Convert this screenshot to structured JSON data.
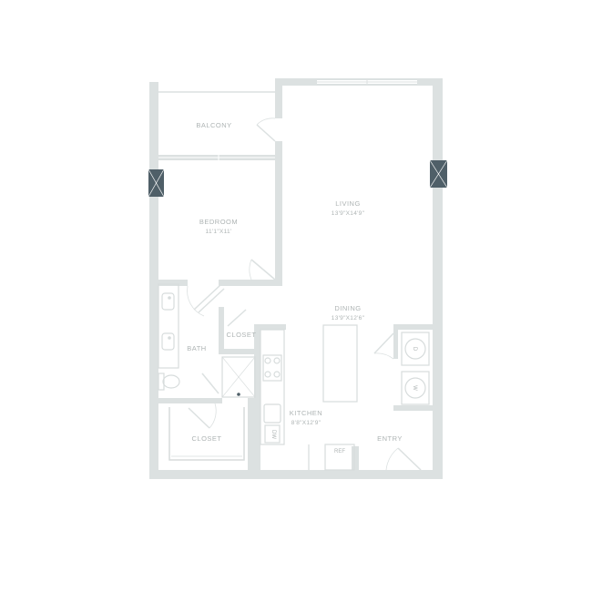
{
  "colors": {
    "wall": "#dce1e1",
    "fixture": "#d7dcdc",
    "label": "#aeb4b4",
    "column": "#4f5f68",
    "background": "#ffffff"
  },
  "rooms": {
    "balcony": {
      "name": "BALCONY"
    },
    "bedroom": {
      "name": "BEDROOM",
      "dims": "11'1\"X11'"
    },
    "living": {
      "name": "LIVING",
      "dims": "13'9\"X14'9\""
    },
    "dining": {
      "name": "DINING",
      "dims": "13'9\"X12'6\""
    },
    "closet_small": {
      "name": "CLOSET"
    },
    "bath": {
      "name": "BATH"
    },
    "closet_walkin": {
      "name": "CLOSET"
    },
    "kitchen": {
      "name": "KITCHEN",
      "dims": "8'8\"X12'9\""
    },
    "entry": {
      "name": "ENTRY"
    }
  },
  "appliances": {
    "refrigerator": "REF",
    "dishwasher": "DW",
    "dryer": "D",
    "washer": "W"
  },
  "icons": {
    "column": "column-icon",
    "door": "door-swing-icon",
    "sink": "sink-icon",
    "toilet": "toilet-icon",
    "shower": "shower-icon",
    "cooktop": "cooktop-icon"
  }
}
